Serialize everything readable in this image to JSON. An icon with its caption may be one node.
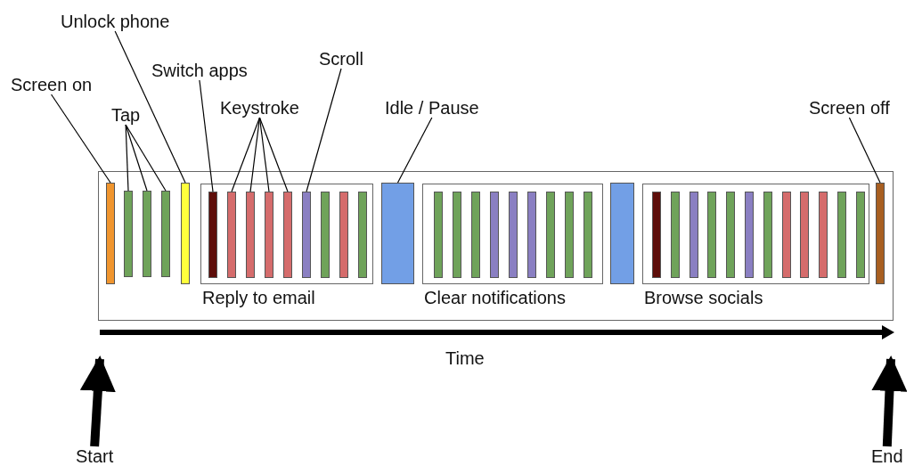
{
  "diagram": {
    "nodes": [
      {
        "text": [
          "Screen on"
        ]
      },
      {
        "text": [
          "Unlock phone"
        ]
      },
      {
        "text": [
          "Tap"
        ]
      },
      {
        "text": [
          "Switch apps"
        ]
      },
      {
        "text": [
          "Keystroke"
        ]
      },
      {
        "text": [
          "Scroll"
        ]
      },
      {
        "text": [
          "Idle / Pause"
        ]
      },
      {
        "text": [
          "Screen off"
        ]
      },
      {
        "text": [],
        "shape": "box"
      },
      {
        "text": [],
        "shape": "bar",
        "in": 8
      },
      {
        "text": [],
        "shape": "bar",
        "in": 8
      },
      {
        "text": [],
        "shape": "bar",
        "in": 8
      },
      {
        "text": [],
        "shape": "bar",
        "in": 8
      },
      {
        "text": [],
        "shape": "bar",
        "in": 8
      },
      {
        "text": [
          "Reply to email"
        ],
        "in": 8
      },
      {
        "text": [],
        "shape": "bar",
        "in": 14
      },
      {
        "text": [],
        "shape": "bar",
        "in": 14
      },
      {
        "text": [],
        "shape": "bar",
        "in": 14
      },
      {
        "text": [],
        "shape": "bar",
        "in": 14
      },
      {
        "text": [],
        "shape": "bar",
        "in": 14
      },
      {
        "text": [],
        "shape": "bar",
        "in": 14
      },
      {
        "text": [],
        "shape": "bar",
        "in": 14
      },
      {
        "text": [],
        "shape": "bar",
        "in": 14
      },
      {
        "text": [],
        "shape": "bar",
        "in": 14
      },
      {
        "text": [],
        "shape": "bar",
        "in": 8
      },
      {
        "text": [
          "Clear notifications"
        ],
        "in": 8
      },
      {
        "text": [],
        "shape": "bar",
        "in": 25
      },
      {
        "text": [],
        "shape": "bar",
        "in": 25
      },
      {
        "text": [],
        "shape": "bar",
        "in": 25
      },
      {
        "text": [],
        "shape": "bar",
        "in": 25
      },
      {
        "text": [],
        "shape": "bar",
        "in": 25
      },
      {
        "text": [],
        "shape": "bar",
        "in": 25
      },
      {
        "text": [],
        "shape": "bar",
        "in": 25
      },
      {
        "text": [],
        "shape": "bar",
        "in": 25
      },
      {
        "text": [],
        "shape": "bar",
        "in": 25
      },
      {
        "text": [],
        "shape": "bar",
        "in": 8
      },
      {
        "text": [
          "Browse socials"
        ],
        "in": 8
      },
      {
        "text": [],
        "shape": "bar",
        "in": 36
      },
      {
        "text": [],
        "shape": "bar",
        "in": 36
      },
      {
        "text": [],
        "shape": "bar",
        "in": 36
      },
      {
        "text": [],
        "shape": "bar",
        "in": 36
      },
      {
        "text": [],
        "shape": "bar",
        "in": 36
      },
      {
        "text": [],
        "shape": "bar",
        "in": 36
      },
      {
        "text": [],
        "shape": "bar",
        "in": 36
      },
      {
        "text": [],
        "shape": "bar",
        "in": 36
      },
      {
        "text": [],
        "shape": "bar",
        "in": 36
      },
      {
        "text": [],
        "shape": "bar",
        "in": 36
      },
      {
        "text": [],
        "shape": "bar",
        "in": 36
      },
      {
        "text": [],
        "shape": "bar",
        "in": 36
      },
      {
        "text": [],
        "shape": "bar",
        "in": 8
      },
      {
        "text": [
          "Start"
        ]
      },
      {
        "text": [
          "End"
        ]
      }
    ],
    "edges": [
      {
        "from": 0,
        "to": 9,
        "arrow": "none"
      },
      {
        "from": 1,
        "to": 13,
        "arrow": "none"
      },
      {
        "from": 2,
        "to": 10,
        "arrow": "none"
      },
      {
        "from": 2,
        "to": 11,
        "arrow": "none"
      },
      {
        "from": 2,
        "to": 12,
        "arrow": "none"
      },
      {
        "from": 3,
        "to": 15,
        "arrow": "none"
      },
      {
        "from": 4,
        "to": 16,
        "arrow": "none"
      },
      {
        "from": 4,
        "to": 17,
        "arrow": "none"
      },
      {
        "from": 4,
        "to": 18,
        "arrow": "none"
      },
      {
        "from": 4,
        "to": 19,
        "arrow": "none"
      },
      {
        "from": 5,
        "to": 20,
        "arrow": "none"
      },
      {
        "from": 6,
        "to": 24,
        "arrow": "none"
      },
      {
        "from": 7,
        "to": 49,
        "arrow": "none"
      },
      {
        "from": 50,
        "to": 8,
        "arrow": "to",
        "style": "thick"
      },
      {
        "from": 51,
        "to": 8,
        "arrow": "to",
        "style": "thick"
      }
    ],
    "labels": [
      "Time"
    ]
  }
}
